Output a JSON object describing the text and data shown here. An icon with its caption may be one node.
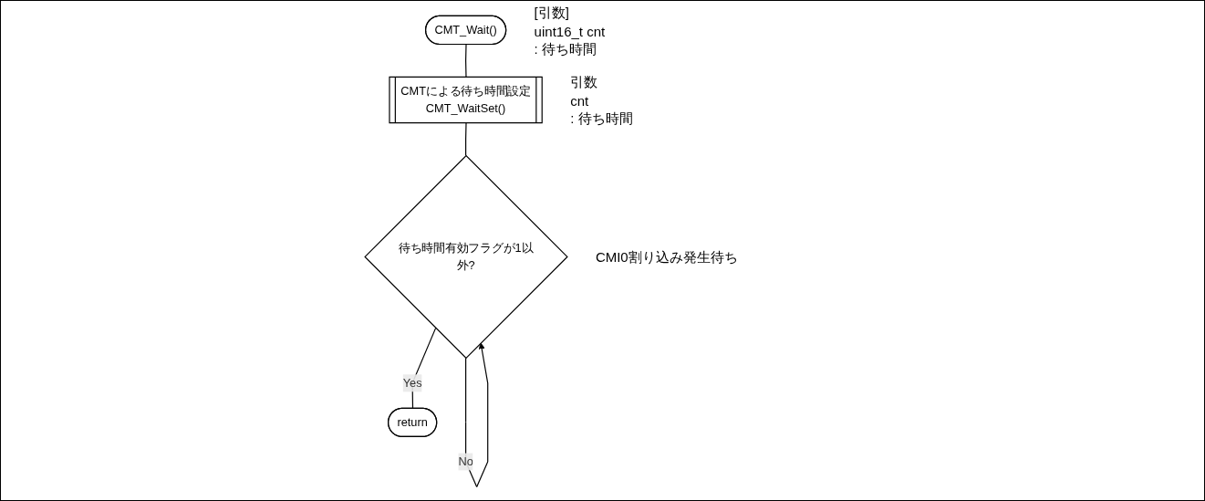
{
  "diagram": {
    "nodes": [
      {
        "text": [
          "CMT_Wait()"
        ],
        "beside": [
          "[引数]",
          "uint16_t cnt",
          ": 待ち時間"
        ]
      },
      {
        "text": [
          "CMTによる待ち時間設定",
          "CMT_WaitSet()"
        ],
        "beside": [
          "引数",
          "cnt",
          ": 待ち時間"
        ]
      },
      {
        "text": [
          "待ち時間有効フラグが1以外?"
        ],
        "beside": [
          "CMI0割り込み発生待ち"
        ]
      },
      {
        "text": [
          "return"
        ]
      }
    ],
    "edges": [
      {
        "from": 0,
        "to": 1,
        "arrow": "none"
      },
      {
        "from": 1,
        "to": 2,
        "arrow": "none"
      },
      {
        "from": 2,
        "to": 2,
        "label": "No",
        "arrow": "to"
      },
      {
        "from": 2,
        "to": 3,
        "label": "Yes",
        "arrow": "none"
      }
    ]
  }
}
